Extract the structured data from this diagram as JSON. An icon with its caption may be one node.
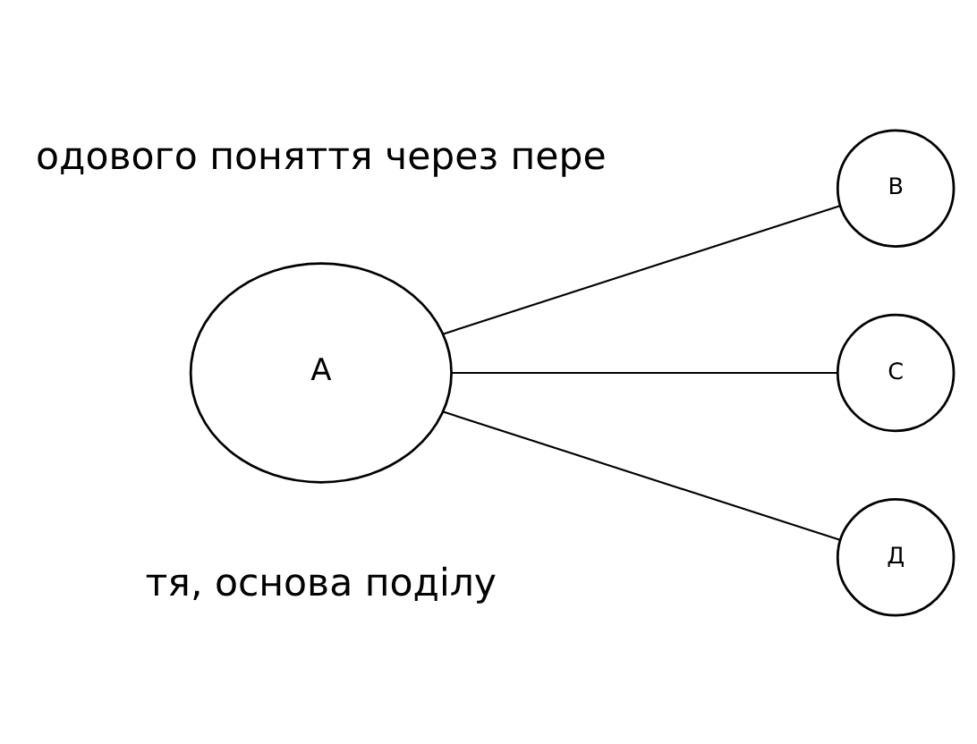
{
  "diagram": {
    "nodes": [
      {
        "text": [
          "А"
        ]
      },
      {
        "text": [
          "В"
        ]
      },
      {
        "text": [
          "С"
        ]
      },
      {
        "text": [
          "Д"
        ]
      }
    ],
    "edges": [
      {
        "from": 0,
        "to": 1,
        "arrow": "none"
      },
      {
        "from": 0,
        "to": 2,
        "arrow": "none"
      },
      {
        "from": 0,
        "to": 3,
        "arrow": "none"
      }
    ],
    "labels": [
      "одового поняття через пере",
      "тя, основа поділу"
    ]
  }
}
